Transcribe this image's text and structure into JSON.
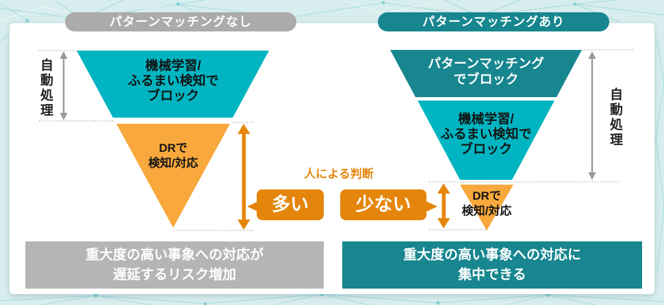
{
  "colors": {
    "teal_dark": "#17868f",
    "cyan": "#00b5c1",
    "orange_deep": "#e5860c",
    "orange_light": "#f8a83c",
    "gray_pill": "#ababab",
    "gray_bar": "#b5b5b5",
    "background": "#d8edee"
  },
  "left_panel": {
    "header": "パターンマッチングなし",
    "auto_process_label": "自動処理",
    "funnel": {
      "stage1_lines": [
        "機械学習/",
        "ふるまい検知で",
        "ブロック"
      ],
      "stage2_lines": [
        "DRで",
        "検知/対応"
      ]
    },
    "amount_label": "多い",
    "footer_lines": [
      "重大度の高い事象への対応が",
      "遅延するリスク増加"
    ]
  },
  "right_panel": {
    "header": "パターンマッチングあり",
    "auto_process_label": "自動処理",
    "funnel": {
      "stage1_lines": [
        "パターンマッチング",
        "でブロック"
      ],
      "stage2_lines": [
        "機械学習/",
        "ふるまい検知で",
        "ブロック"
      ],
      "stage3_lines": [
        "DRで",
        "検知/対応"
      ]
    },
    "amount_label": "少ない",
    "footer_lines": [
      "重大度の高い事象への対応に",
      "集中できる"
    ]
  },
  "center": {
    "judgement_label": "人による判断"
  }
}
